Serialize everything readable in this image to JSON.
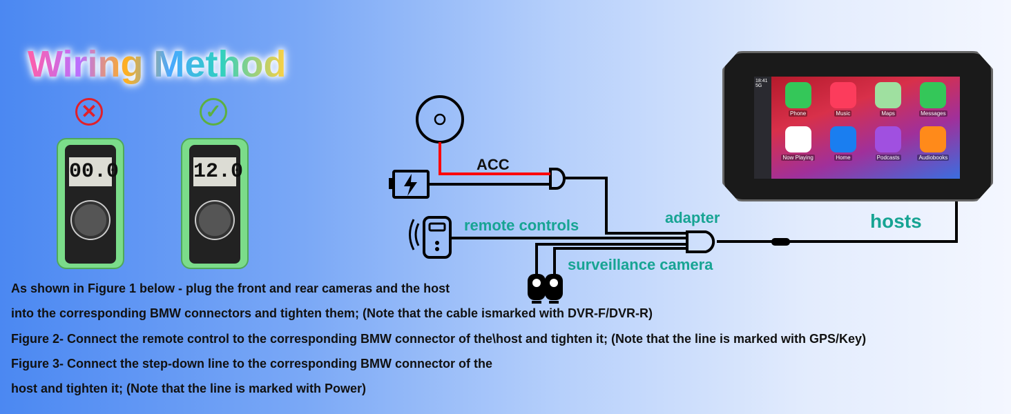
{
  "title": "Wiring Method",
  "meters": [
    {
      "reading": "00.0",
      "status": "wrong",
      "icon": "cross-icon"
    },
    {
      "reading": "12.0",
      "status": "correct",
      "icon": "check-icon"
    }
  ],
  "diagram": {
    "acc": "ACC",
    "remote": "remote controls",
    "adapter": "adapter",
    "camera": "surveillance camera",
    "hosts": "hosts",
    "accent": "#17a493",
    "acc_wire": "#ff0000"
  },
  "host_screen": {
    "time": "18:41",
    "signal": "5G",
    "apps": [
      "Phone",
      "Music",
      "Maps",
      "Messages",
      "Now Playing",
      "Home",
      "Podcasts",
      "Audiobooks"
    ]
  },
  "instructions": [
    "As shown in Figure 1 below - plug the front and rear cameras and the host",
    "into the corresponding BMW connectors and tighten them; (Note that the cable ismarked with DVR-F/DVR-R)",
    "Figure 2- Connect the remote control to the corresponding BMW connector of the\\host and tighten it; (Note that the line is marked with GPS/Key)",
    "Figure 3- Connect the step-down line to the corresponding BMW connector of the",
    "host and tighten it; (Note that the line is marked with Power)"
  ]
}
